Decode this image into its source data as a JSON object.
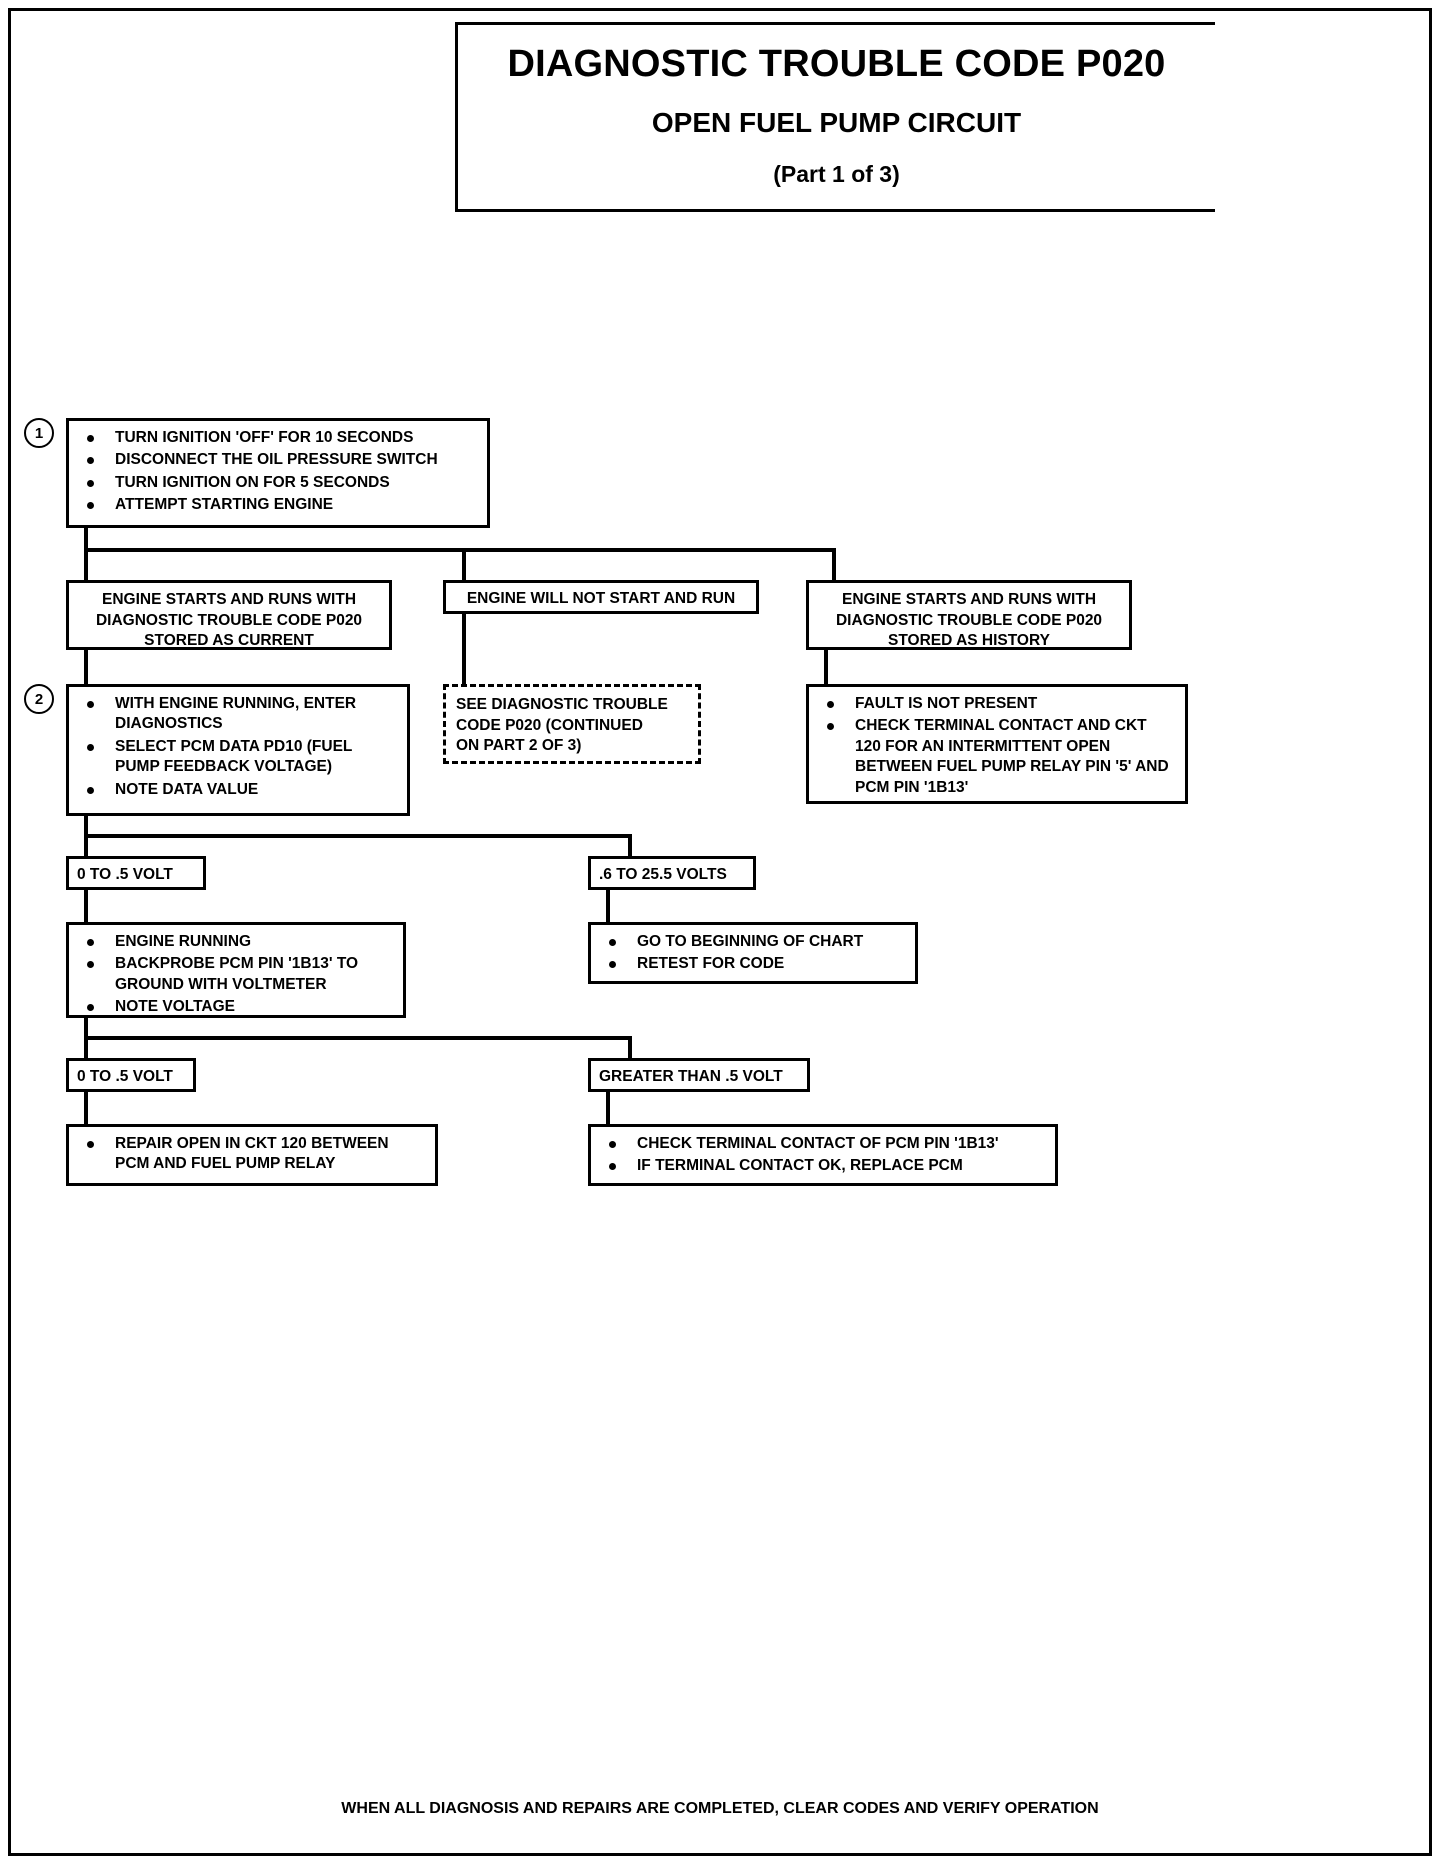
{
  "title": {
    "main": "DIAGNOSTIC TROUBLE CODE P020",
    "sub": "OPEN FUEL PUMP CIRCUIT",
    "part": "(Part 1 of 3)"
  },
  "steps": {
    "one": "1",
    "two": "2"
  },
  "step1": {
    "bullets": [
      "TURN IGNITION 'OFF' FOR 10 SECONDS",
      "DISCONNECT THE OIL PRESSURE SWITCH",
      "TURN IGNITION ON FOR 5 SECONDS",
      "ATTEMPT STARTING ENGINE"
    ]
  },
  "branch_current": {
    "line1": "ENGINE STARTS AND RUNS WITH",
    "line2": "DIAGNOSTIC TROUBLE CODE P020",
    "line3": "STORED AS CURRENT"
  },
  "branch_nostart": {
    "line1": "ENGINE WILL NOT START AND RUN"
  },
  "branch_history": {
    "line1": "ENGINE STARTS AND RUNS WITH",
    "line2": "DIAGNOSTIC TROUBLE CODE P020",
    "line3": "STORED AS HISTORY"
  },
  "step2": {
    "bullets": [
      "WITH ENGINE RUNNING, ENTER DIAGNOSTICS",
      "SELECT PCM DATA PD10 (FUEL PUMP FEEDBACK VOLTAGE)",
      "NOTE DATA VALUE"
    ]
  },
  "continued_box": {
    "line1": "SEE DIAGNOSTIC TROUBLE",
    "line2": "CODE P020 (CONTINUED",
    "line3": "ON PART 2 OF 3)"
  },
  "history_actions": {
    "bullets": [
      "FAULT IS NOT PRESENT",
      "CHECK TERMINAL CONTACT AND CKT 120 FOR AN INTERMITTENT OPEN BETWEEN FUEL PUMP RELAY PIN '5' AND PCM PIN '1B13'"
    ]
  },
  "volt_label_low_1": "0 TO .5 VOLT",
  "volt_label_high_1": ".6 TO 25.5 VOLTS",
  "engine_running_box": {
    "bullets": [
      "ENGINE RUNNING",
      "BACKPROBE PCM PIN '1B13' TO GROUND WITH VOLTMETER",
      "NOTE VOLTAGE"
    ]
  },
  "retest_box": {
    "bullets": [
      "GO TO BEGINNING OF CHART",
      "RETEST FOR CODE"
    ]
  },
  "volt_label_low_2": "0 TO .5 VOLT",
  "volt_label_high_2": "GREATER THAN .5 VOLT",
  "repair_box": {
    "bullets": [
      "REPAIR OPEN IN CKT 120 BETWEEN PCM AND FUEL PUMP RELAY"
    ]
  },
  "replace_box": {
    "bullets": [
      "CHECK TERMINAL CONTACT OF PCM PIN '1B13'",
      "IF TERMINAL CONTACT OK, REPLACE PCM"
    ]
  },
  "footer": "WHEN ALL DIAGNOSIS AND REPAIRS ARE COMPLETED, CLEAR CODES AND VERIFY OPERATION"
}
